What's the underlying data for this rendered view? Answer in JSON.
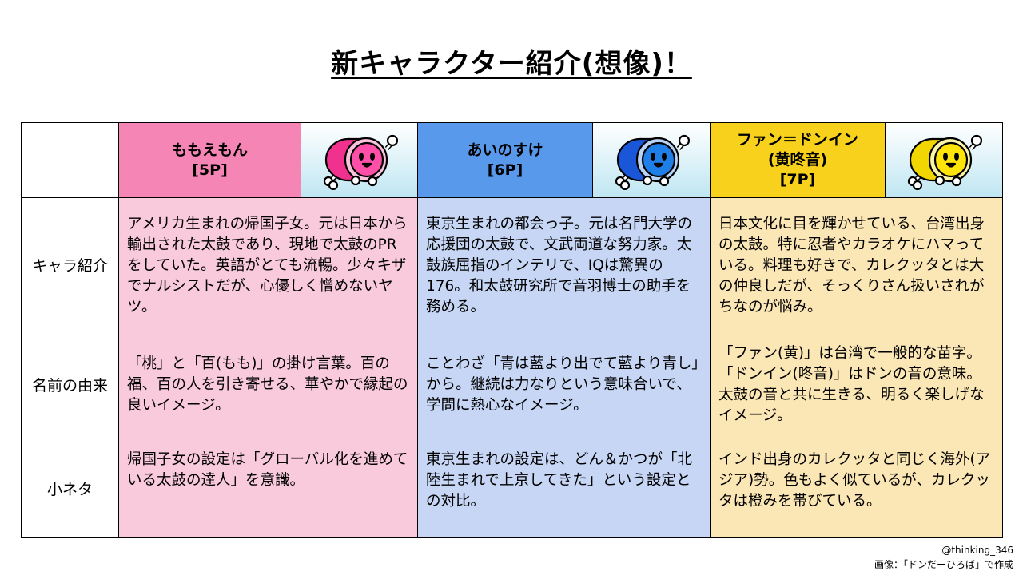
{
  "title": "新キャラクター紹介(想像)！",
  "colors": {
    "momoemon": "#f585b4",
    "ainosuke": "#5899ec",
    "fan_donin": "#f7d11b",
    "pink_bg": "#f9c9dc",
    "blue_bg": "#c6d6f4",
    "cream_bg": "#fbe6b5"
  },
  "characters": [
    {
      "name_line1": "ももえもん",
      "name_line2": "[5P]",
      "name_line3": "",
      "icon": "pink-taiko-drum-icon"
    },
    {
      "name_line1": "あいのすけ",
      "name_line2": "[6P]",
      "name_line3": "",
      "icon": "blue-taiko-drum-icon"
    },
    {
      "name_line1": "ファン＝ドンイン",
      "name_line2": "(黄咚音)",
      "name_line3": "[7P]",
      "icon": "yellow-taiko-drum-icon"
    }
  ],
  "rows": [
    {
      "label": "キャラ紹介",
      "cells": [
        "アメリカ生まれの帰国子女。元は日本から輸出された太鼓であり、現地で太鼓のPRをしていた。英語がとても流暢。少々キザでナルシストだが、心優しく憎めないヤツ。",
        "東京生まれの都会っ子。元は名門大学の応援団の太鼓で、文武両道な努力家。太鼓族屈指のインテリで、IQは驚異の176。和太鼓研究所で音羽博士の助手を務める。",
        "日本文化に目を輝かせている、台湾出身の太鼓。特に忍者やカラオケにハマっている。料理も好きで、カレクッタとは大の仲良しだが、そっくりさん扱いされがちなのが悩み。"
      ]
    },
    {
      "label": "名前の由来",
      "cells": [
        "「桃」と「百(もも)」の掛け言葉。百の福、百の人を引き寄せる、華やかで縁起の良いイメージ。",
        "ことわざ「青は藍より出でて藍より青し」から。継続は力なりという意味合いで、学問に熱心なイメージ。",
        "「ファン(黄)」は台湾で一般的な苗字。「ドンイン(咚音)」はドンの音の意味。太鼓の音と共に生きる、明るく楽しげなイメージ。"
      ]
    },
    {
      "label": "小ネタ",
      "cells": [
        "帰国子女の設定は「グローバル化を進めている太鼓の達人」を意識。",
        "東京生まれの設定は、どん＆かつが「北陸生まれで上京してきた」という設定との対比。",
        "インド出身のカレクッタと同じく海外(アジア)勢。色もよく似ているが、カレクッタは橙みを帯びている。"
      ]
    }
  ],
  "credits": {
    "author": "@thinking_346",
    "source": "画像：「ドンだーひろば」で作成"
  }
}
